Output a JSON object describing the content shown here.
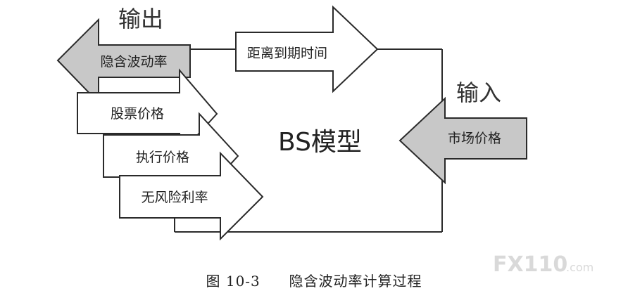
{
  "output_heading": "输出",
  "input_heading": "输入",
  "model_label": "BS模型",
  "implied_vol_label": "隐含波动率",
  "time_to_expiry_label": "距离到期时间",
  "stock_price_label": "股票价格",
  "strike_price_label": "执行价格",
  "risk_free_label": "无风险利率",
  "market_price_label": "市场价格",
  "caption": {
    "figure_no": "图 10-3",
    "title": "隐含波动率计算过程"
  },
  "watermark": {
    "brand": "FX110",
    "suffix": ".com"
  },
  "colors": {
    "stroke": "#2a2a2a",
    "arrow_gray": "#c8c8c8",
    "arrow_white": "#ffffff",
    "watermark": "#d9d9d9"
  }
}
